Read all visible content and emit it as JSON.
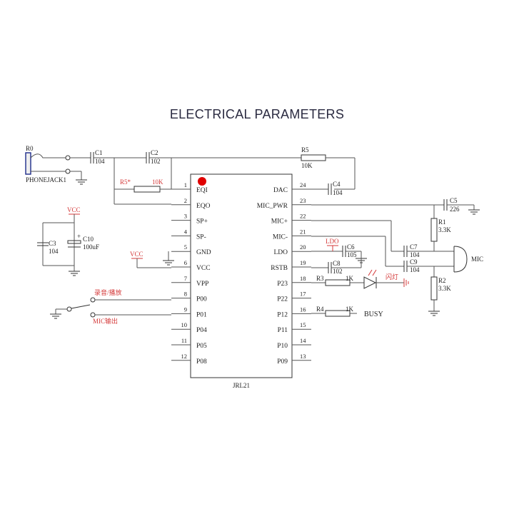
{
  "title": "ELECTRICAL PARAMETERS",
  "chip": {
    "name": "JRL21",
    "left_pins": [
      {
        "num": "1",
        "label": "EQI"
      },
      {
        "num": "2",
        "label": "EQO"
      },
      {
        "num": "3",
        "label": "SP+"
      },
      {
        "num": "4",
        "label": "SP-"
      },
      {
        "num": "5",
        "label": "GND"
      },
      {
        "num": "6",
        "label": "VCC"
      },
      {
        "num": "7",
        "label": "VPP"
      },
      {
        "num": "8",
        "label": "P00"
      },
      {
        "num": "9",
        "label": "P01"
      },
      {
        "num": "10",
        "label": "P04"
      },
      {
        "num": "11",
        "label": "P05"
      },
      {
        "num": "12",
        "label": "P08"
      }
    ],
    "right_pins": [
      {
        "num": "24",
        "label": "DAC"
      },
      {
        "num": "23",
        "label": "MIC_PWR"
      },
      {
        "num": "22",
        "label": "MIC+"
      },
      {
        "num": "21",
        "label": "MIC-"
      },
      {
        "num": "20",
        "label": "LDO"
      },
      {
        "num": "19",
        "label": "RSTB"
      },
      {
        "num": "18",
        "label": "P23"
      },
      {
        "num": "17",
        "label": "P22"
      },
      {
        "num": "16",
        "label": "P12"
      },
      {
        "num": "15",
        "label": "P11"
      },
      {
        "num": "14",
        "label": "P10"
      },
      {
        "num": "13",
        "label": "P09"
      }
    ]
  },
  "components": {
    "r0": "R0",
    "phonejack": "PHONEJACK1",
    "c1": "C1",
    "c1_val": "104",
    "c2": "C2",
    "c2_val": "102",
    "r5": "R5",
    "r5_val": "10K",
    "r5s": "R5*",
    "r5s_val": "10K",
    "c4": "C4",
    "c4_val": "104",
    "c5": "C5",
    "c5_val": "226",
    "r1": "R1",
    "r1_val": "3.3K",
    "r2": "R2",
    "r2_val": "3.3K",
    "c6": "C6",
    "c6_val": "105",
    "c7": "C7",
    "c7_val": "104",
    "c8": "C8",
    "c8_val": "102",
    "c9": "C9",
    "c9_val": "104",
    "r3": "R3",
    "r3_val": "1K",
    "r4": "R4",
    "r4_val": "1K",
    "busy": "BUSY",
    "mic": "MIC",
    "ldo": "LDO",
    "vcc_top": "VCC",
    "vcc_left": "VCC",
    "c3": "C3",
    "c3_val": "104",
    "c10": "C10",
    "c10_val": "100uF",
    "c10_plus": "+",
    "sw1_label": "录音/播放",
    "sw2_label": "MIC输出",
    "led_label": "闪灯"
  },
  "colors": {
    "accent": "#d43a3a",
    "wire": "#555555",
    "chip_dot": "#e00000"
  }
}
